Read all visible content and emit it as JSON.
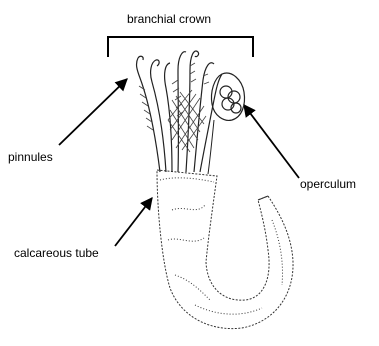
{
  "labels": {
    "crown": "branchial crown",
    "pinnules": "pinnules",
    "operculum": "operculum",
    "tube": "calcareous tube"
  }
}
